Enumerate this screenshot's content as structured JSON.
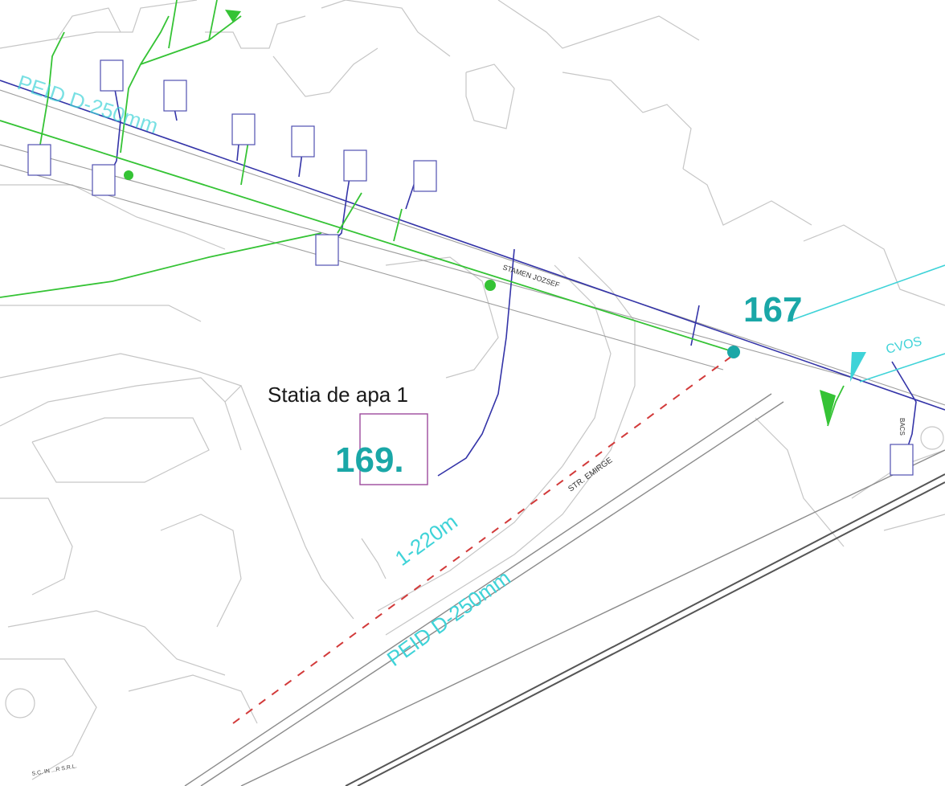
{
  "labels": {
    "station_name": "Statia de apa 1",
    "point_169": "169.",
    "point_167": "167",
    "cvos_tag": "CVOS",
    "street_stamen": "STAMEN JOZSEF",
    "street_str": "STR. EMIRGE",
    "cyan_pipe_1": "1-220m",
    "cyan_pipe_2": "PEID D-250mm",
    "cyan_pipe_top": "PEID D-250mm",
    "small_right_street": "BACS",
    "company_bottom": "S.C. IN ...R S.R.L."
  },
  "colors": {
    "water_pipe": "#35c335",
    "sewer_pipe": "#3434a8",
    "cyan_pipe": "#3fd3d8",
    "point_label": "#1aa7a7",
    "highlight_box": "#9c4a9c",
    "dashed_route": "#d23a3a",
    "building_outline": "#bdbdbd"
  },
  "symbols": {
    "manhole": "manhole-box-icon",
    "green_point": "water-node-icon",
    "cyan_point": "junction-icon",
    "arrow": "flow-arrow-icon"
  }
}
